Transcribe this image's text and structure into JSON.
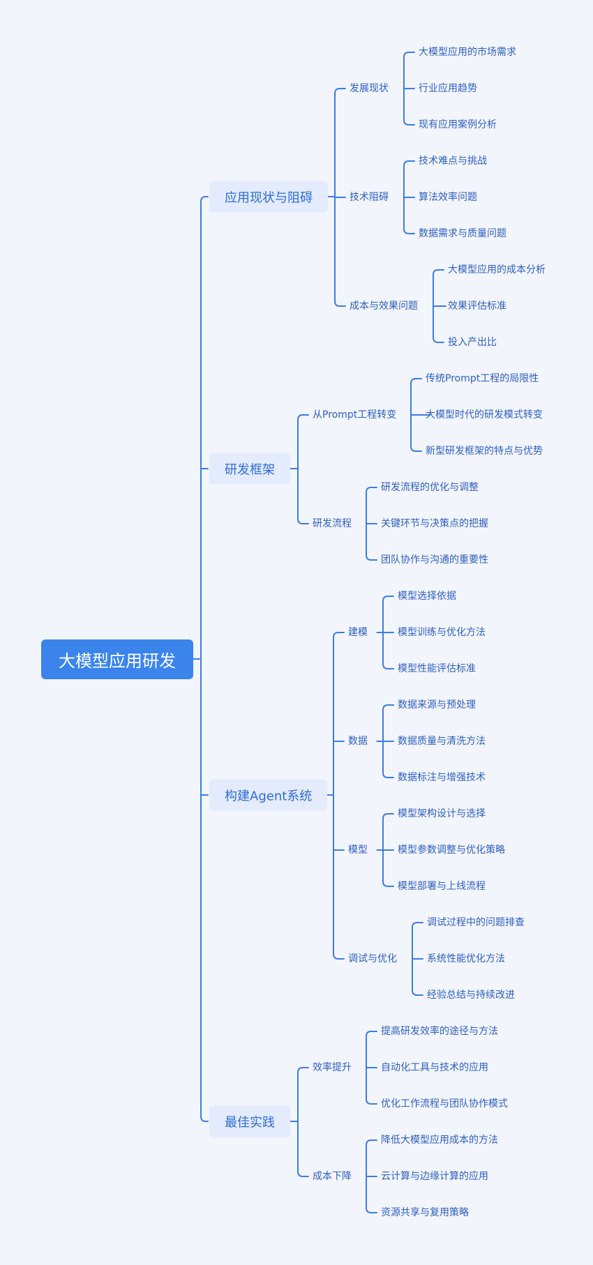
{
  "root": "大模型应用研发",
  "branches": [
    {
      "label": "应用现状与阻碍",
      "children": [
        {
          "label": "发展现状",
          "children": [
            "大模型应用的市场需求",
            "行业应用趋势",
            "现有应用案例分析"
          ]
        },
        {
          "label": "技术阻碍",
          "children": [
            "技术难点与挑战",
            "算法效率问题",
            "数据需求与质量问题"
          ]
        },
        {
          "label": "成本与效果问题",
          "children": [
            "大模型应用的成本分析",
            "效果评估标准",
            "投入产出比"
          ]
        }
      ]
    },
    {
      "label": "研发框架",
      "children": [
        {
          "label": "从Prompt工程转变",
          "children": [
            "传统Prompt工程的局限性",
            "大模型时代的研发模式转变",
            "新型研发框架的特点与优势"
          ]
        },
        {
          "label": "研发流程",
          "children": [
            "研发流程的优化与调整",
            "关键环节与决策点的把握",
            "团队协作与沟通的重要性"
          ]
        }
      ]
    },
    {
      "label": "构建Agent系统",
      "children": [
        {
          "label": "建模",
          "children": [
            "模型选择依据",
            "模型训练与优化方法",
            "模型性能评估标准"
          ]
        },
        {
          "label": "数据",
          "children": [
            "数据来源与预处理",
            "数据质量与清洗方法",
            "数据标注与增强技术"
          ]
        },
        {
          "label": "模型",
          "children": [
            "模型架构设计与选择",
            "模型参数调整与优化策略",
            "模型部署与上线流程"
          ]
        },
        {
          "label": "调试与优化",
          "children": [
            "调试过程中的问题排查",
            "系统性能优化方法",
            "经验总结与持续改进"
          ]
        }
      ]
    },
    {
      "label": "最佳实践",
      "children": [
        {
          "label": "效率提升",
          "children": [
            "提高研发效率的途径与方法",
            "自动化工具与技术的应用",
            "优化工作流程与团队协作模式"
          ]
        },
        {
          "label": "成本下降",
          "children": [
            "降低大模型应用成本的方法",
            "云计算与边缘计算的应用",
            "资源共享与复用策略"
          ]
        }
      ]
    }
  ],
  "colors": {
    "background": "#f3f5fd",
    "line": "#3b7de0",
    "root": "#3b84ec",
    "branch_fill": "#e3ebfc",
    "text": "#2c5fbd"
  }
}
